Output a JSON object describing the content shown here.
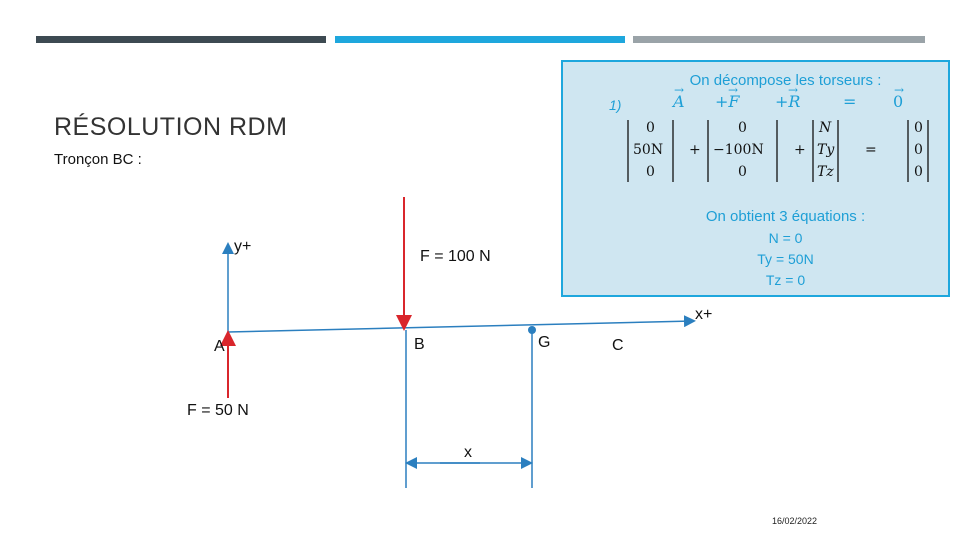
{
  "slide": {
    "title": "RÉSOLUTION RDM",
    "subtitle": "Tronçon BC :",
    "date": "16/02/2022"
  },
  "colors": {
    "accent": "#1ea7dd",
    "dark_bar": "#3d4a52",
    "grey_bar": "#9aa3a8",
    "force": "#d9262c",
    "beam": "#2b7fbf"
  },
  "info_box": {
    "heading": "On décompose les torseurs :",
    "step": "1)",
    "vectors": {
      "a": "A",
      "f": "+F",
      "r": "+R",
      "eq": "=",
      "zero": "0"
    },
    "matrices": {
      "m1": [
        "0",
        "50N",
        "0"
      ],
      "m2": [
        "0",
        "−100N",
        "0"
      ],
      "m3": [
        "N",
        "Ty",
        "Tz"
      ],
      "m4": [
        "0",
        "0",
        "0"
      ]
    },
    "ops": {
      "plus1": "+",
      "plus2": "+",
      "eq": "="
    },
    "result_heading": "On obtient 3 équations :",
    "equations": [
      "N = 0",
      "Ty = 50N",
      "Tz = 0"
    ]
  },
  "diagram": {
    "y_axis_label": "y+",
    "x_axis_label": "x+",
    "point_a": "A",
    "point_b": "B",
    "point_g": "G",
    "point_c": "C",
    "force_b": "F = 100 N",
    "force_a": "F = 50 N",
    "distance": "x"
  }
}
